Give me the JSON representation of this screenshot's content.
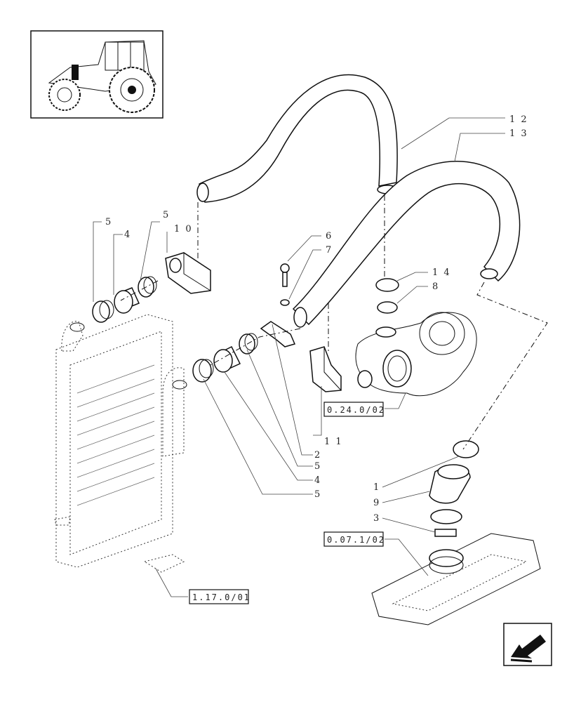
{
  "callouts": {
    "c12": "1 2",
    "c13": "1 3",
    "c5a": "5",
    "c4a": "4",
    "c5b": "5",
    "c10": "1 0",
    "c6": "6",
    "c7": "7",
    "c14": "1 4",
    "c8": "8",
    "c11": "1 1",
    "c2": "2",
    "c5c": "5",
    "c4b": "4",
    "c5d": "5",
    "c1": "1",
    "c9": "9",
    "c3": "3"
  },
  "refs": {
    "turbo": "0.24.0/02",
    "intake": "0.07.1/02",
    "intercooler": "1.17.0/01"
  },
  "icons": [
    "tractor-thumbnail-icon",
    "next-page-arrow-icon"
  ]
}
